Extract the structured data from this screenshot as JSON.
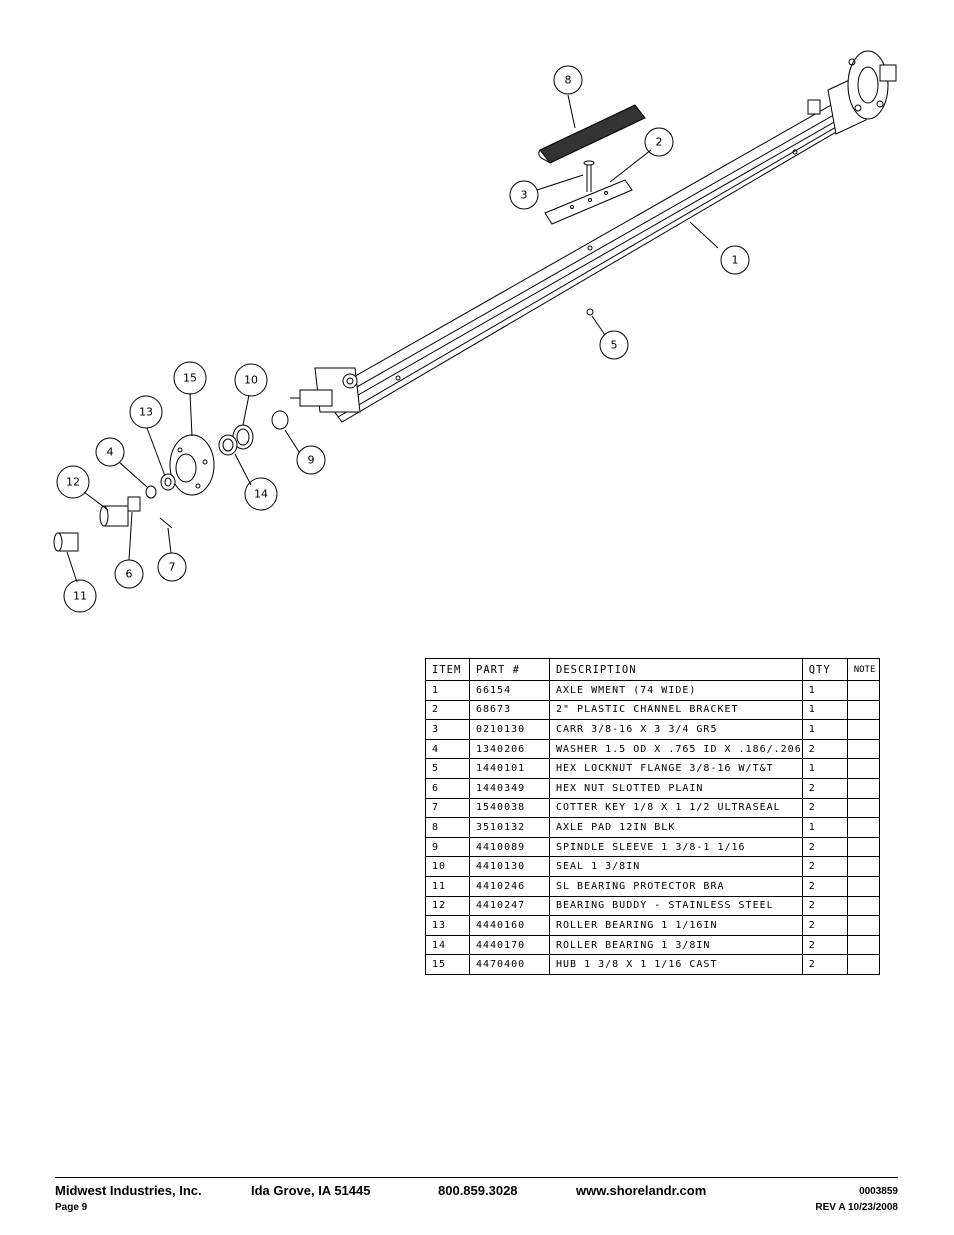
{
  "diagram": {
    "callouts": [
      "1",
      "2",
      "3",
      "4",
      "5",
      "6",
      "7",
      "8",
      "9",
      "10",
      "11",
      "12",
      "13",
      "14",
      "15"
    ]
  },
  "parts_table": {
    "headers": {
      "item": "ITEM",
      "part": "PART #",
      "description": "DESCRIPTION",
      "qty": "QTY",
      "note": "NOTE"
    },
    "rows": [
      {
        "item": "1",
        "part": "66154",
        "description": "AXLE WMENT (74 WIDE)",
        "qty": "1",
        "note": ""
      },
      {
        "item": "2",
        "part": "68673",
        "description": "2\" PLASTIC CHANNEL BRACKET",
        "qty": "1",
        "note": ""
      },
      {
        "item": "3",
        "part": "0210130",
        "description": "CARR 3/8-16 X 3 3/4 GR5",
        "qty": "1",
        "note": ""
      },
      {
        "item": "4",
        "part": "1340206",
        "description": "WASHER 1.5 OD X .765 ID X .186/.206",
        "qty": "2",
        "note": ""
      },
      {
        "item": "5",
        "part": "1440101",
        "description": "HEX LOCKNUT FLANGE 3/8-16 W/T&T",
        "qty": "1",
        "note": ""
      },
      {
        "item": "6",
        "part": "1440349",
        "description": "HEX NUT SLOTTED PLAIN",
        "qty": "2",
        "note": ""
      },
      {
        "item": "7",
        "part": "1540038",
        "description": "COTTER KEY 1/8 X 1 1/2 ULTRASEAL",
        "qty": "2",
        "note": ""
      },
      {
        "item": "8",
        "part": "3510132",
        "description": "AXLE PAD 12IN  BLK",
        "qty": "1",
        "note": ""
      },
      {
        "item": "9",
        "part": "4410089",
        "description": "SPINDLE SLEEVE  1 3/8-1 1/16",
        "qty": "2",
        "note": ""
      },
      {
        "item": "10",
        "part": "4410130",
        "description": "SEAL  1 3/8IN",
        "qty": "2",
        "note": ""
      },
      {
        "item": "11",
        "part": "4410246",
        "description": "SL BEARING PROTECTOR BRA",
        "qty": "2",
        "note": ""
      },
      {
        "item": "12",
        "part": "4410247",
        "description": "BEARING BUDDY - STAINLESS STEEL",
        "qty": "2",
        "note": ""
      },
      {
        "item": "13",
        "part": "4440160",
        "description": "ROLLER BEARING   1 1/16IN",
        "qty": "2",
        "note": ""
      },
      {
        "item": "14",
        "part": "4440170",
        "description": "ROLLER BEARING   1 3/8IN",
        "qty": "2",
        "note": ""
      },
      {
        "item": "15",
        "part": "4470400",
        "description": "HUB  1 3/8 X 1 1/16 CAST",
        "qty": "2",
        "note": ""
      }
    ]
  },
  "footer": {
    "company": "Midwest Industries, Inc.",
    "location": "Ida Grove, IA  51445",
    "phone": "800.859.3028",
    "website": "www.shorelandr.com",
    "doc_number": "0003859",
    "page": "Page 9",
    "revision": "REV A  10/23/2008"
  }
}
